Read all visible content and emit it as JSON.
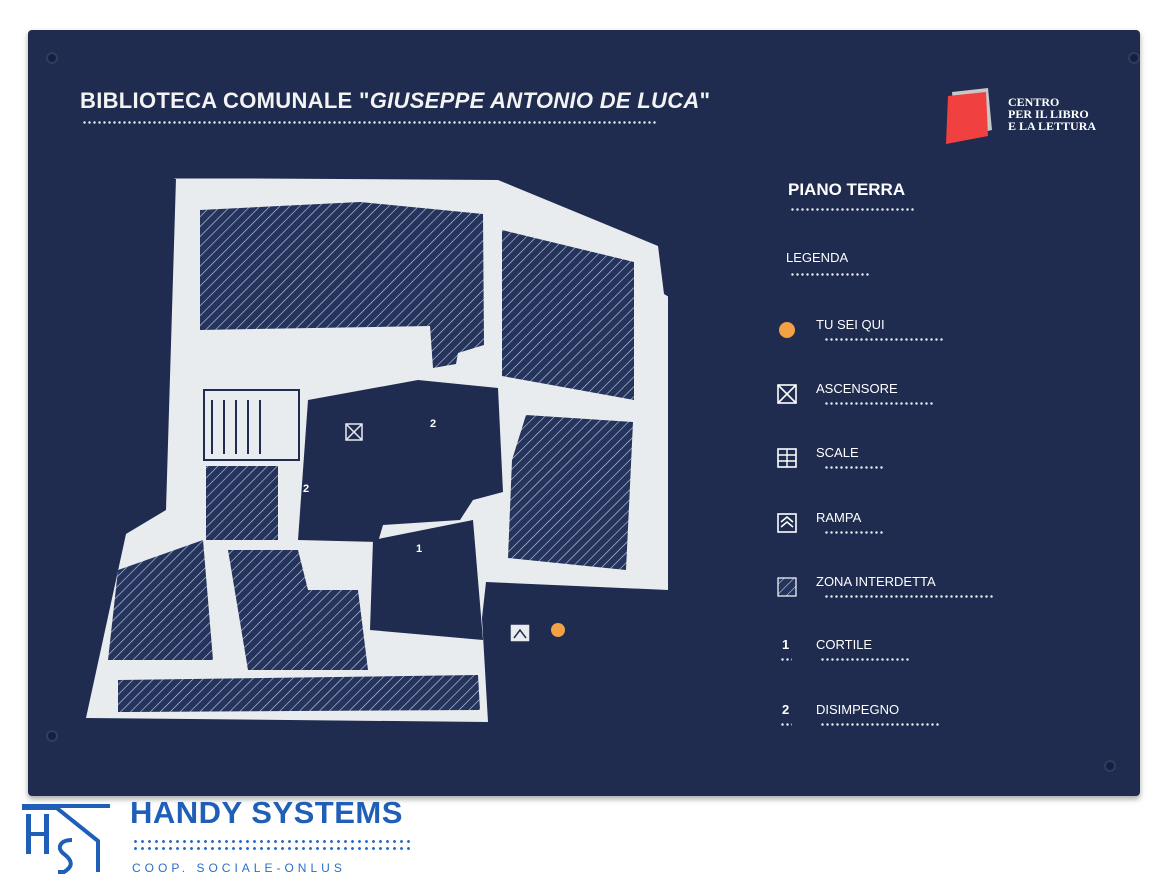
{
  "sign": {
    "title_prefix": "BIBLIOTECA COMUNALE \"",
    "title_name": "GIUSEPPE ANTONIO DE LUCA",
    "title_suffix": "\"",
    "logo": {
      "lines": [
        "CENTRO",
        "PER IL LIBRO",
        "E LA LETTURA"
      ],
      "colors": {
        "red": "#f04040",
        "gray": "#c8c8c8"
      }
    },
    "floor": "PIANO TERRA",
    "legend_heading": "LEGENDA",
    "legend": [
      {
        "icon": "orange-dot-icon",
        "label": "TU SEI QUI"
      },
      {
        "icon": "elevator-icon",
        "label": "ASCENSORE"
      },
      {
        "icon": "stairs-icon",
        "label": "SCALE"
      },
      {
        "icon": "ramp-icon",
        "label": "RAMPA"
      },
      {
        "icon": "hatched-area-icon",
        "label": "ZONA INTERDETTA"
      },
      {
        "number": "1",
        "label": "CORTILE"
      },
      {
        "number": "2",
        "label": "DISIMPEGNO"
      }
    ],
    "map_labels": [
      "2",
      "2",
      "1"
    ],
    "colors": {
      "panel": "#1f2c4f",
      "walls": "#e9ecef",
      "here": "#f2a144"
    }
  },
  "footer": {
    "name": "HANDY SYSTEMS",
    "subtitle": "COOP. SOCIALE-ONLUS",
    "color": "#1f5fb8"
  }
}
